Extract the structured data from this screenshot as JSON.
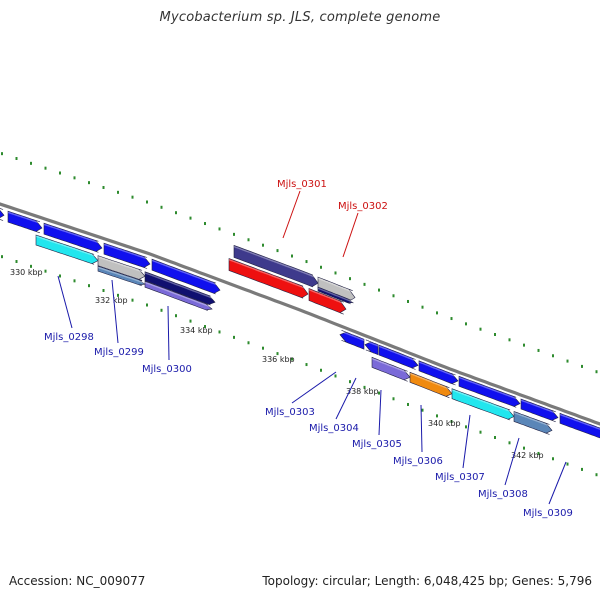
{
  "title": "Mycobacterium sp. JLS, complete genome",
  "footer": {
    "accession": "Accession: NC_009077",
    "topology": "Topology: circular; Length: 6,048,425 bp; Genes: 5,796"
  },
  "colors": {
    "blue_cds": "#1010ee",
    "cyan_gene": "#22e6ee",
    "steel_gene": "#5a86b8",
    "purple_gene": "#7a6ad8",
    "darkpurple_gene": "#3e3a8c",
    "navy_gene": "#101070",
    "gray_gene": "#c0c0c0",
    "red_gene": "#ee1010",
    "orange_gene": "#f08a10",
    "backbone": "#7a7a7a",
    "tick": "#2e8b2e",
    "label_blue": "#1a1aaa",
    "label_red": "#cc1111"
  },
  "scale_labels": [
    "330 kbp",
    "332 kbp",
    "334 kbp",
    "336 kbp",
    "338 kbp",
    "340 kbp",
    "342 kbp"
  ],
  "gene_labels": [
    {
      "text": "Mjls_0298",
      "color": "label_blue"
    },
    {
      "text": "Mjls_0299",
      "color": "label_blue"
    },
    {
      "text": "Mjls_0300",
      "color": "label_blue"
    },
    {
      "text": "Mjls_0301",
      "color": "label_red"
    },
    {
      "text": "Mjls_0302",
      "color": "label_red"
    },
    {
      "text": "Mjls_0303",
      "color": "label_blue"
    },
    {
      "text": "Mjls_0304",
      "color": "label_blue"
    },
    {
      "text": "Mjls_0305",
      "color": "label_blue"
    },
    {
      "text": "Mjls_0306",
      "color": "label_blue"
    },
    {
      "text": "Mjls_0307",
      "color": "label_blue"
    },
    {
      "text": "Mjls_0308",
      "color": "label_blue"
    },
    {
      "text": "Mjls_0309",
      "color": "label_blue"
    }
  ]
}
